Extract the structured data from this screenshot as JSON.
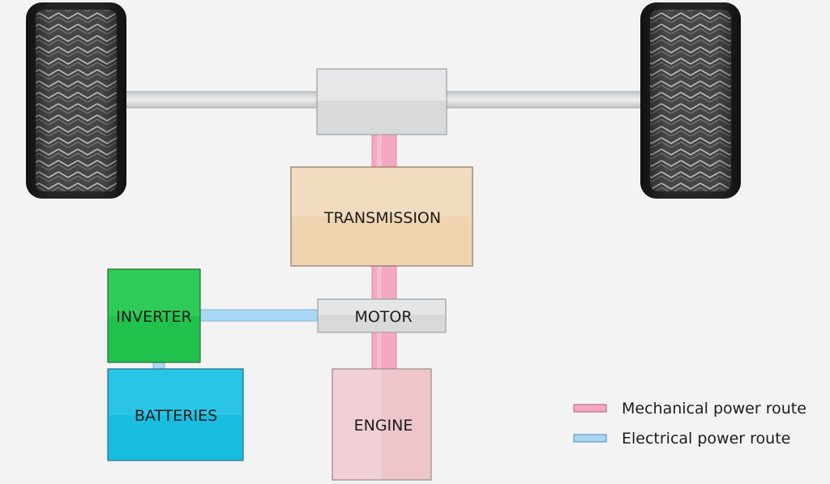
{
  "components": {
    "transmission": "TRANSMISSION",
    "motor": "MOTOR",
    "inverter": "INVERTER",
    "batteries": "BATTERIES",
    "engine": "ENGINE"
  },
  "legend": {
    "mechanical": {
      "label": "Mechanical power route",
      "color": "#f4a9c0"
    },
    "electrical": {
      "label": "Electrical power route",
      "color": "#a9d6f2"
    }
  },
  "colors": {
    "transmission": "#efd4b0",
    "inverter": "#21c24c",
    "batteries": "#19bde0",
    "engine": "#edc5cb",
    "differential": "#d8d9da",
    "motor": "#d8d9da",
    "tire": "#3a3a3a"
  }
}
